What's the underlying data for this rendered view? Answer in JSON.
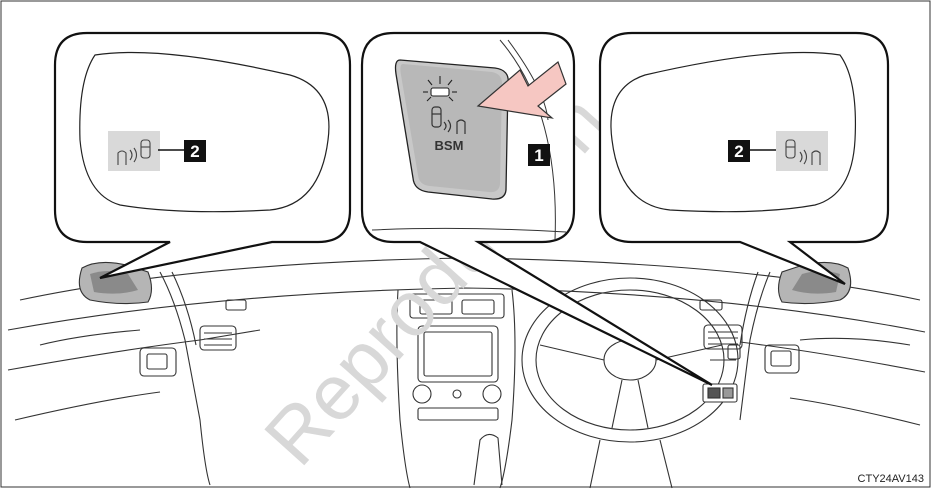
{
  "bsm_button": {
    "label": "BSM"
  },
  "callouts": {
    "main_switch": "1",
    "left_mirror_indicator": "2",
    "right_mirror_indicator": "2"
  },
  "figure_code": "CTY24AV143",
  "watermark": "Reproduction",
  "icons": [
    "bsm-indicator-icon",
    "indicator-light-icon",
    "arrow-icon"
  ],
  "colors": {
    "callout_box": "#111111",
    "arrow_fill": "#f6c7c2",
    "indicator_bg": "#d9d9d9",
    "button_face": "#c8c8c8",
    "frame": "#333333"
  }
}
